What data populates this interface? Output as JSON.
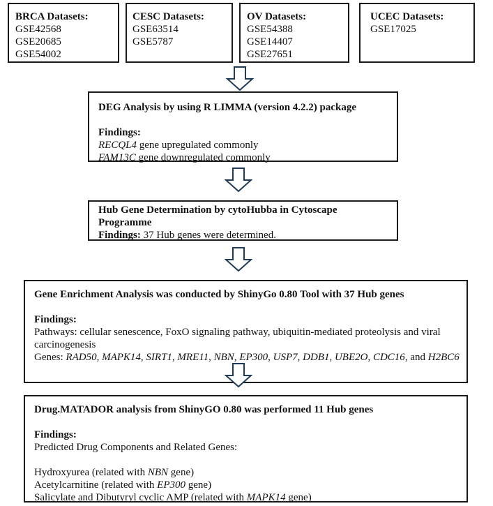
{
  "datasets": [
    {
      "title": "BRCA Datasets:",
      "items": [
        "GSE42568",
        "GSE20685",
        "GSE54002"
      ]
    },
    {
      "title": "CESC Datasets:",
      "items": [
        "GSE63514",
        "GSE5787"
      ]
    },
    {
      "title": "OV Datasets:",
      "items": [
        "GSE54388",
        "GSE14407",
        "GSE27651"
      ]
    },
    {
      "title": "UCEC Datasets:",
      "items": [
        "GSE17025"
      ]
    }
  ],
  "deg": {
    "title": "DEG Analysis by using R LIMMA (version 4.2.2) package",
    "findings_label": "Findings:",
    "gene1": "RECQL4",
    "gene1_text": " gene upregulated commonly",
    "gene2": "FAM13C",
    "gene2_text": " gene downregulated commonly"
  },
  "hub": {
    "title_line1": "Hub Gene Determination by cytoHubba in Cytoscape",
    "title_line2": "Programme",
    "findings_label": "Findings:",
    "findings_text": " 37 Hub genes were determined."
  },
  "enrichment": {
    "title": "Gene Enrichment Analysis was conducted by ShinyGo 0.80 Tool with 37 Hub genes",
    "findings_label": "Findings:",
    "pathways_line1": "Pathways: cellular senescence, FoxO signaling pathway, ubiquitin-mediated proteolysis and viral",
    "pathways_line2": "carcinogenesis",
    "genes_label": "Genes: ",
    "genes": [
      "RAD50",
      "MAPK14",
      "SIRT1",
      "MRE11",
      "NBN",
      "EP300",
      "USP7",
      "DDB1",
      "UBE2O",
      "CDC16"
    ],
    "genes_sep": ", ",
    "genes_last_sep": ", and ",
    "genes_last": "H2BC6"
  },
  "drug": {
    "title": "Drug.MATADOR analysis from ShinyGO 0.80 was performed 11 Hub genes",
    "findings_label": "Findings:",
    "subtitle": "Predicted Drug Components and Related Genes:",
    "items": [
      {
        "prefix": "Hydroxyurea (related with ",
        "gene": "NBN",
        "suffix": " gene)"
      },
      {
        "prefix": "Acetylcarnitine (related with ",
        "gene": "EP300",
        "suffix": " gene)"
      },
      {
        "prefix": "Salicylate and Dibutyryl cyclic AMP (related with ",
        "gene": "MAPK14",
        "suffix": " gene)"
      }
    ]
  }
}
